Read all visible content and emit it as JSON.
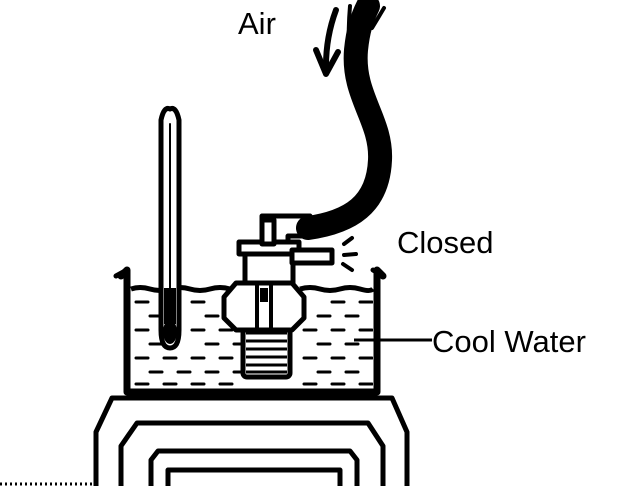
{
  "labels": {
    "air": "Air",
    "closed": "Closed",
    "cool_water": "Cool Water"
  },
  "colors": {
    "ink": "#000000",
    "paper": "#ffffff"
  }
}
